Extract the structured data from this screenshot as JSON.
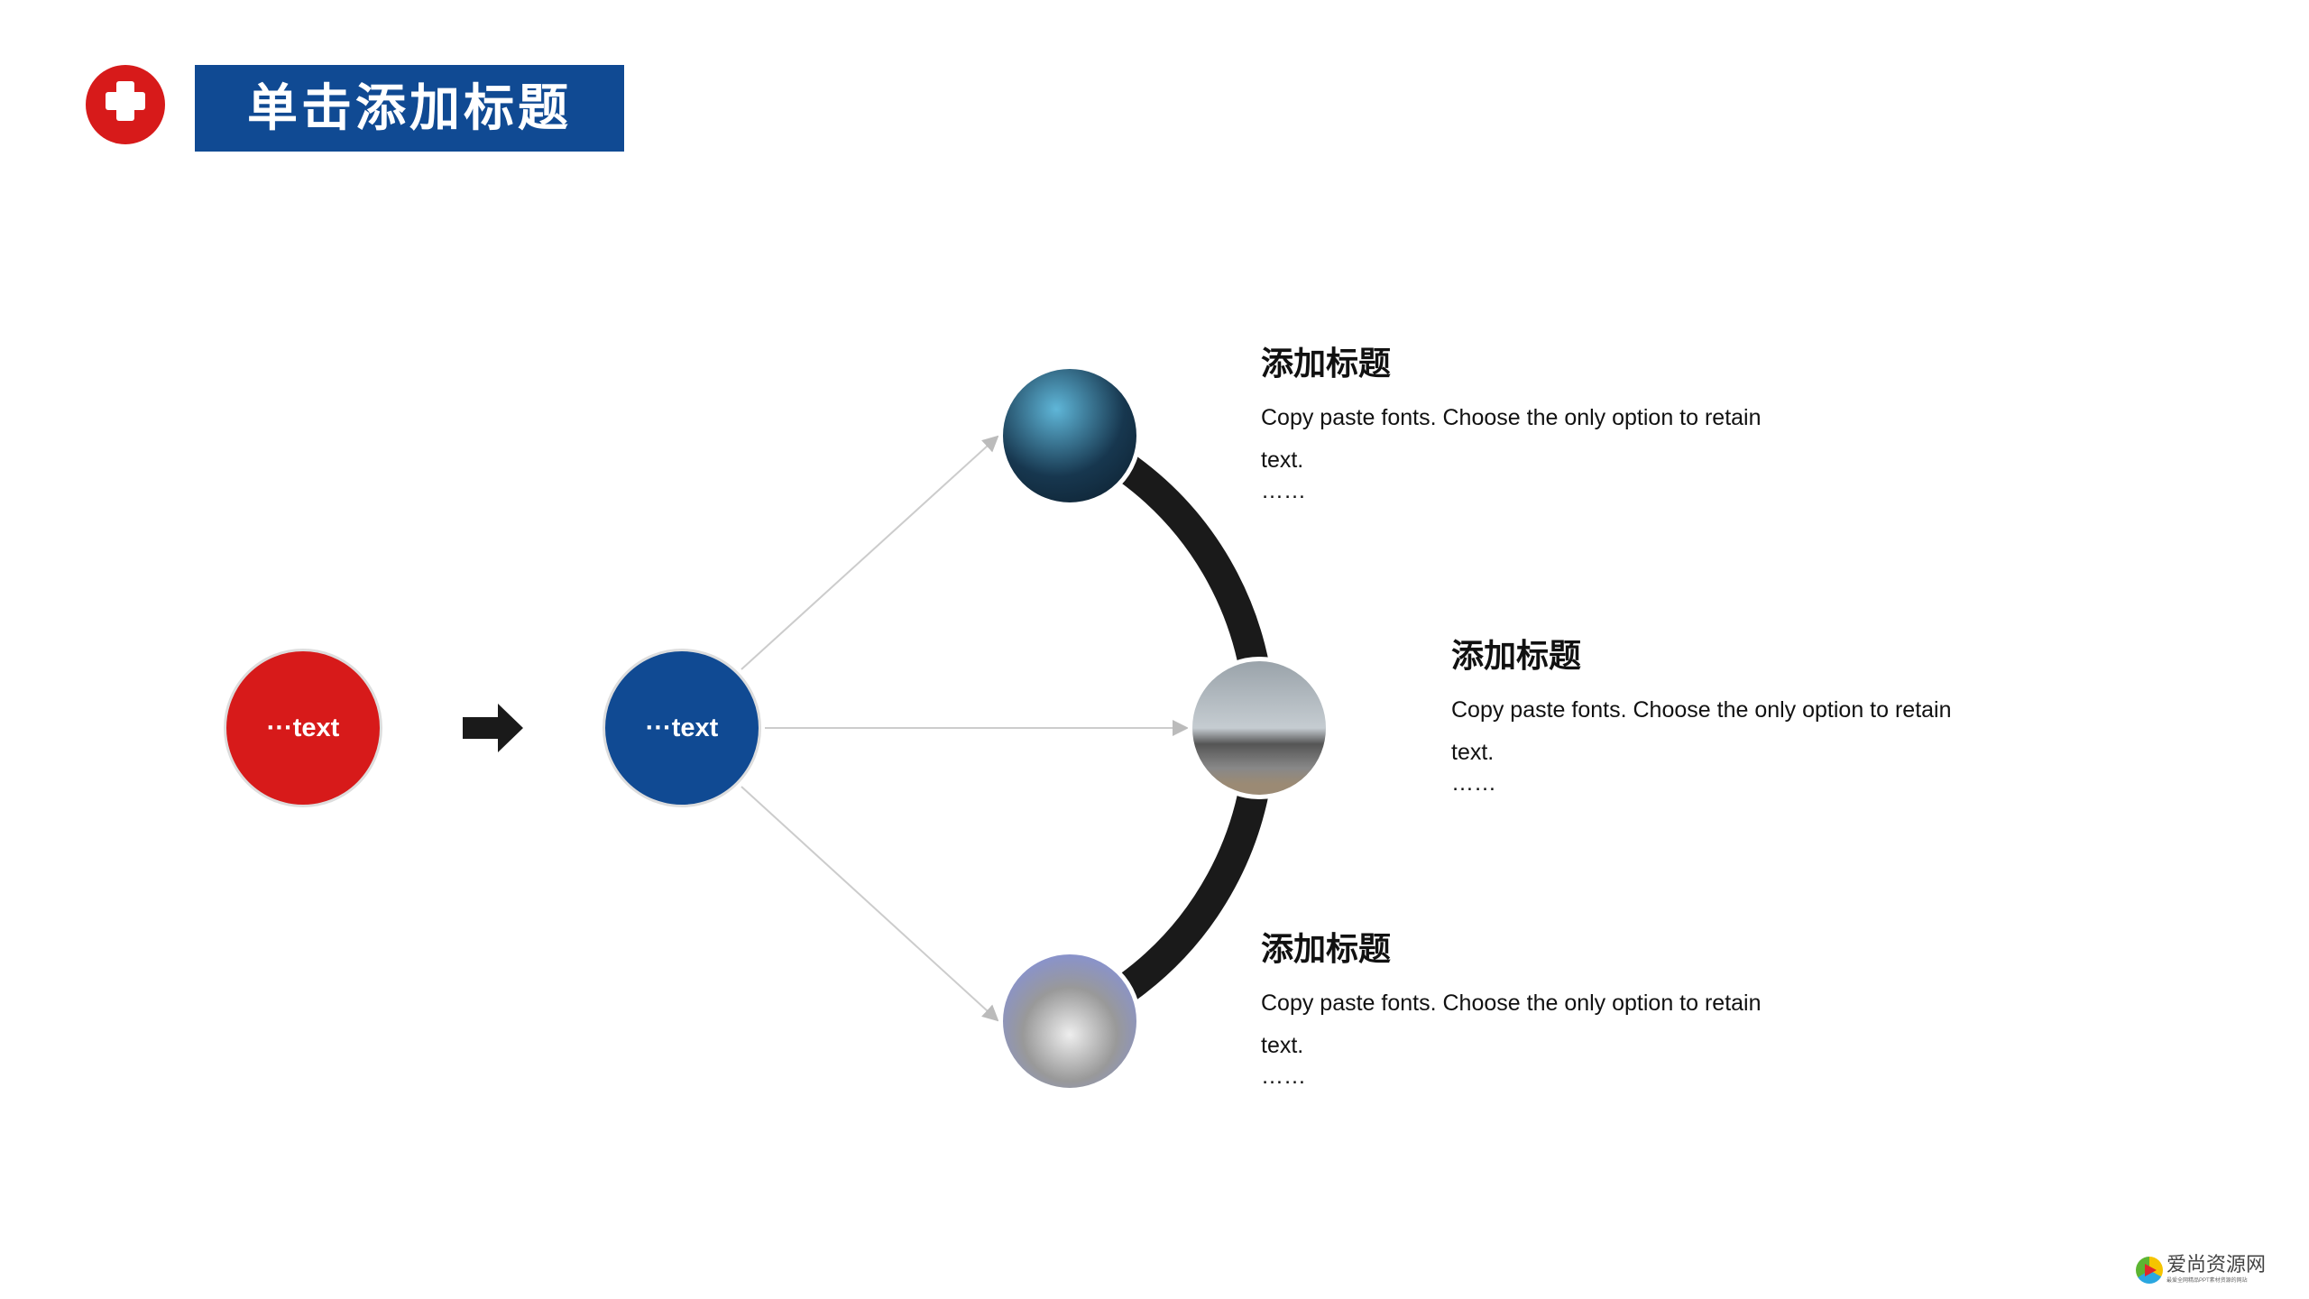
{
  "header": {
    "title": "单击添加标题",
    "icon": "plus-icon"
  },
  "flow": {
    "left_node": "···text",
    "right_node": "···text",
    "arrow_icon": "right-arrow-icon"
  },
  "items": [
    {
      "title": "添加标题",
      "line1": "Copy paste fonts. Choose the only option to retain",
      "line2": "text.",
      "more": "……"
    },
    {
      "title": "添加标题",
      "line1": "Copy paste fonts. Choose the only option to retain",
      "line2": "text.",
      "more": "……"
    },
    {
      "title": "添加标题",
      "line1": "Copy paste fonts. Choose the only option to retain",
      "line2": "text.",
      "more": "……"
    }
  ],
  "watermark": {
    "name": "爱尚资源网",
    "tagline": "最爱全网精品PPT素材资源的网站"
  },
  "colors": {
    "red": "#d71a1a",
    "blue": "#104a93",
    "arc": "#1a1a1a"
  }
}
